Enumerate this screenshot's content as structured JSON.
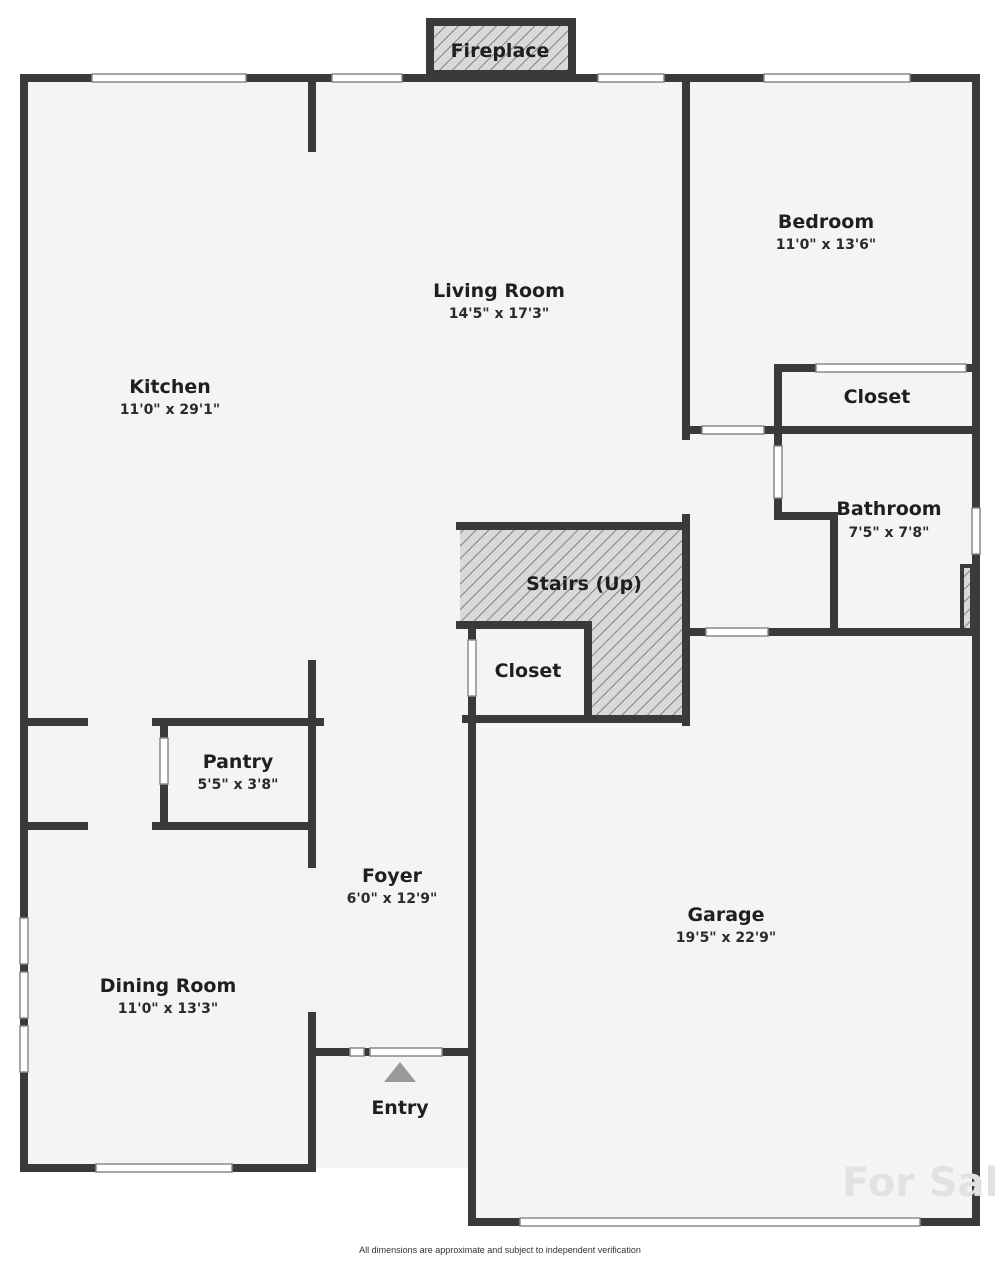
{
  "rooms": {
    "fireplace": {
      "name": "Fireplace"
    },
    "living_room": {
      "name": "Living Room",
      "dims": "14'5\" x 17'3\""
    },
    "kitchen": {
      "name": "Kitchen",
      "dims": "11'0\" x 29'1\""
    },
    "bedroom": {
      "name": "Bedroom",
      "dims": "11'0\" x 13'6\""
    },
    "bedroom_closet": {
      "name": "Closet"
    },
    "bathroom": {
      "name": "Bathroom",
      "dims": "7'5\" x 7'8\""
    },
    "stairs": {
      "name": "Stairs (Up)"
    },
    "foyer_closet": {
      "name": "Closet"
    },
    "pantry": {
      "name": "Pantry",
      "dims": "5'5\" x 3'8\""
    },
    "foyer": {
      "name": "Foyer",
      "dims": "6'0\" x 12'9\""
    },
    "garage": {
      "name": "Garage",
      "dims": "19'5\" x 22'9\""
    },
    "dining_room": {
      "name": "Dining Room",
      "dims": "11'0\" x 13'3\""
    },
    "entry": {
      "name": "Entry"
    }
  },
  "watermark": "For Sale",
  "disclaimer": "All dimensions are approximate and subject to independent verification",
  "colors": {
    "wall": "#3a3a3a",
    "floor": "#f4f4f4",
    "hatch": "#555555",
    "window": "#ffffff"
  }
}
